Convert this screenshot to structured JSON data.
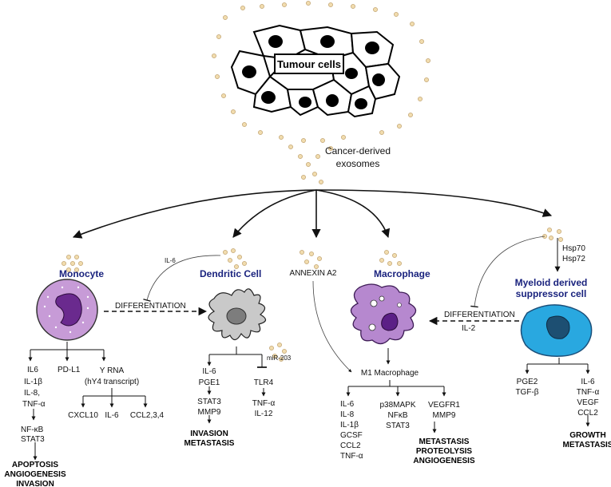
{
  "tumour": {
    "label": "Tumour cells"
  },
  "exosomes": {
    "line1": "Cancer-derived",
    "line2": "exosomes"
  },
  "monocyte": {
    "title": "Monocyte",
    "col1": [
      "IL6",
      "IL-1β",
      "IL-8,",
      "TNF-α",
      "NF-κB",
      "STAT3"
    ],
    "pdl1": "PD-L1",
    "yrna": [
      "Y RNA",
      "(hY4 transcript)"
    ],
    "yrna_targets": [
      "CXCL10",
      "IL-6",
      "CCL2,3,4"
    ],
    "outcomes": [
      "APOPTOSIS",
      "ANGIOGENESIS",
      "INVASION"
    ]
  },
  "dendritic": {
    "title": "Dendritic Cell",
    "il6_label": "IL-6",
    "differentiation": "DIFFERENTIATION",
    "col1": [
      "IL-6",
      "PGE1",
      "STAT3",
      "MMP9"
    ],
    "outcomes": [
      "INVASION",
      "METASTASIS"
    ],
    "mir": "miR-203",
    "col2": [
      "TLR4",
      "TNF-α",
      "IL-12"
    ]
  },
  "annexin": {
    "label": "ANNEXIN A2"
  },
  "macrophage": {
    "title": "Macrophage",
    "m1": "M1 Macrophage",
    "col1": [
      "IL-6",
      "IL-8",
      "IL-1β",
      "GCSF",
      "CCL2",
      "TNF-α"
    ],
    "col2": [
      "p38MAPK",
      "NFκB",
      "STAT3"
    ],
    "col3": [
      "VEGFR1",
      "MMP9"
    ],
    "outcomes": [
      "METASTASIS",
      "PROTEOLYSIS",
      "ANGIOGENESIS"
    ]
  },
  "mdsc": {
    "title1": "Myeloid derived",
    "title2": "suppressor cell",
    "hsp": [
      "Hsp70",
      "Hsp72"
    ],
    "differentiation": "DIFFERENTIATION",
    "il2": "IL-2",
    "col1": [
      "PGE2",
      "TGF-β"
    ],
    "col2": [
      "IL-6",
      "TNF-α",
      "VEGF",
      "CCL2"
    ],
    "outcomes": [
      "GROWTH",
      "METASTASIS"
    ]
  }
}
